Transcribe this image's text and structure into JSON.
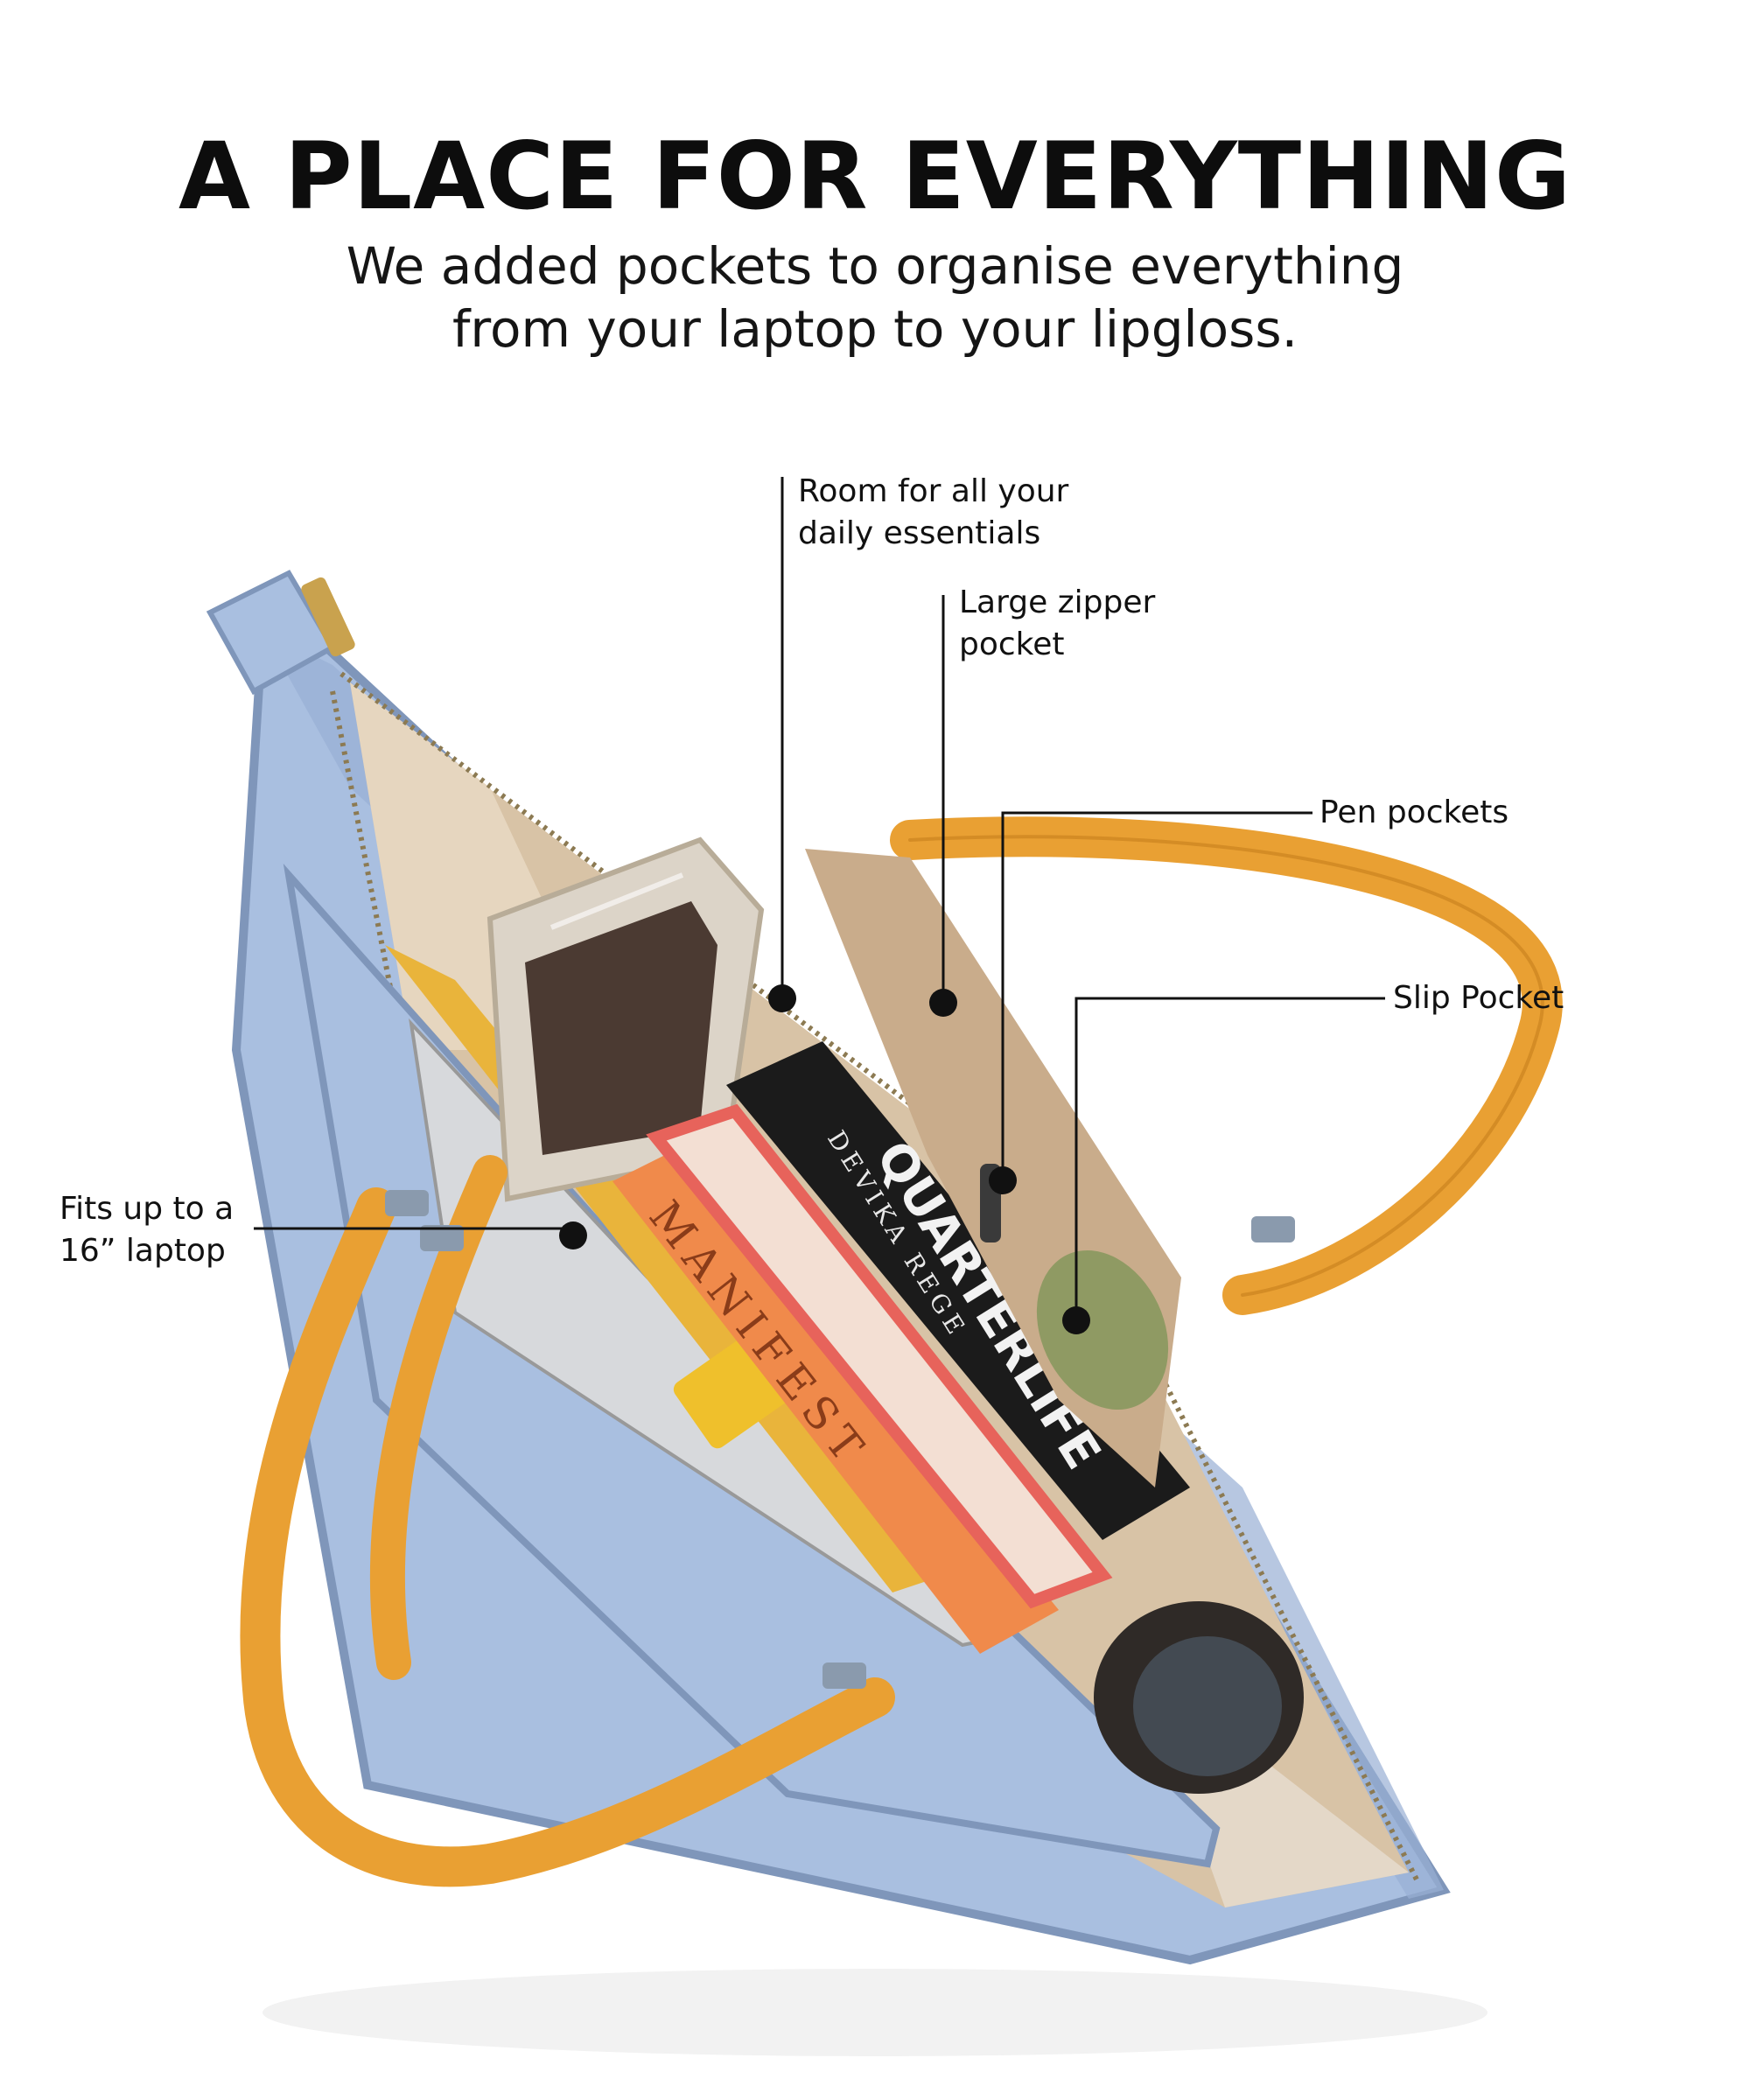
{
  "header": {
    "title": "A PLACE FOR EVERYTHING",
    "subtitle_line1": "We added pockets to organise everything",
    "subtitle_line2": "from your laptop to your lipgloss."
  },
  "callouts": {
    "essentials": {
      "line1": "Room for all your",
      "line2": "daily essentials"
    },
    "zipper": {
      "line1": "Large zipper",
      "line2": "pocket"
    },
    "pen": {
      "line1": "Pen pockets"
    },
    "slip": {
      "line1": "Slip Pocket"
    },
    "laptop": {
      "line1": "Fits up to a",
      "line2": "16” laptop"
    }
  },
  "book_titles": {
    "black_book": "QUARTERLIFE",
    "black_book_author": "DEVIKA REGE",
    "orange_book": "MANIFEST"
  },
  "colors": {
    "bag_blue": "#a9bfe0",
    "bag_edge": "#7f96ba",
    "strap_orange": "#e9a033",
    "lining": "#d8c3a6",
    "leader_line": "#111111"
  }
}
